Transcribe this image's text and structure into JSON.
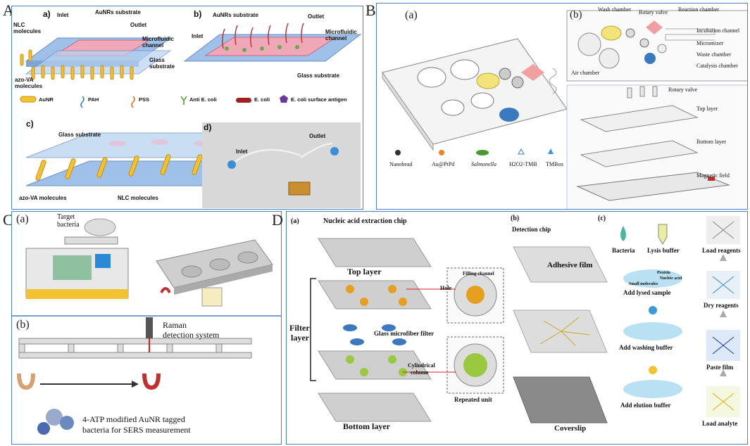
{
  "panels": {
    "A": {
      "letter": "A",
      "a": {
        "tag": "a)",
        "inlet": "Inlet",
        "aunrs": "AuNRs substrate",
        "outlet": "Outlet",
        "nlc": "NLC molecules",
        "microfluidic": "Microfluidic channel",
        "glass": "Glass substrate",
        "azo": "azo-VA molecules"
      },
      "b": {
        "tag": "b)",
        "aunrs": "AuNRs substrate",
        "outlet": "Outlet",
        "inlet": "Inlet",
        "microfluidic": "Microfluidic channel",
        "glass": "Glass substrate"
      },
      "legend": [
        "AuNR",
        "PAH",
        "PSS",
        "Anti E. coli",
        "E. coli",
        "E. coli surface antigen"
      ],
      "c": {
        "tag": "c)",
        "glass": "Glass substrate",
        "azo": "azo-VA molecules",
        "nlc": "NLC molecules"
      },
      "d": {
        "tag": "d)",
        "inlet": "Inlet",
        "outlet": "Outlet"
      }
    },
    "B": {
      "letter": "B",
      "a": {
        "tag": "(a)",
        "legend": [
          "Nanobead",
          "Au@PtPd",
          "Salmonella",
          "H2O2-TMB",
          "TMBox"
        ]
      },
      "b": {
        "tag": "(b)",
        "wash": "Wash chamber",
        "rotary": "Rotary valve",
        "reaction": "Reaction chamber",
        "incubation": "Incubation channel",
        "micromixer": "Micromixer",
        "waste": "Waste chamber",
        "air": "Air chamber",
        "catalysis": "Catalysis chamber",
        "rotary2": "Rotary valve",
        "top": "Top layer",
        "bottom": "Bottom layer",
        "magnetic": "Magnetic field"
      }
    },
    "C": {
      "letter": "C",
      "a": {
        "tag": "(a)",
        "target": "Target",
        "bacteria": "bacteria"
      },
      "b": {
        "tag": "(b)",
        "raman1": "Raman",
        "raman2": "detection system",
        "atp1": "4-ATP modified AuNR tagged",
        "atp2": "bacteria for SERS measurement"
      }
    },
    "D": {
      "letter": "D",
      "a": {
        "tag": "(a)",
        "title": "Nucleic acid extraction chip",
        "top": "Top layer",
        "filling": "Filling channel",
        "hole": "Hole",
        "filter1": "Filter",
        "filter2": "layer",
        "glass": "Glass microfiber filter",
        "cyl1": "Cylindrical",
        "cyl2": "column",
        "repeated": "Repeated unit",
        "bottom": "Bottom layer"
      },
      "b": {
        "tag": "(b)",
        "title": "Detection chip",
        "adhesive": "Adhesive film",
        "coverslip": "Coverslip"
      },
      "c": {
        "tag": "(c)",
        "bacteria": "Bacteria",
        "lysis": "Lysis buffer",
        "load": "Load reagents",
        "protein": "Protein",
        "nucleic": "Nucleic acid",
        "small": "Small molecules",
        "addlysed": "Add lysed sample",
        "dry": "Dry reagents",
        "addwash": "Add washing buffer",
        "paste": "Paste film",
        "addelution": "Add elution buffer",
        "loadanalyte": "Load analyte"
      }
    }
  }
}
